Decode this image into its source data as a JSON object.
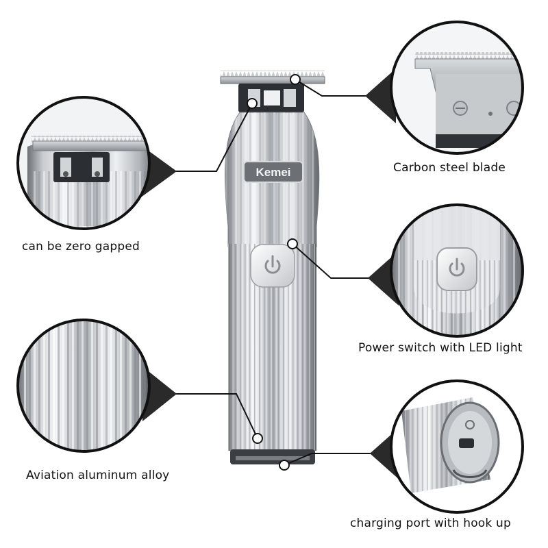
{
  "product": {
    "brand_logo": "Kemei"
  },
  "callouts": [
    {
      "id": "zero-gap",
      "caption": "can be zero gapped"
    },
    {
      "id": "blade",
      "caption": "Carbon steel blade"
    },
    {
      "id": "power",
      "caption": "Power switch with LED light"
    },
    {
      "id": "alloy",
      "caption": "Aviation aluminum alloy"
    },
    {
      "id": "port",
      "caption": "charging port with hook up"
    }
  ],
  "colors": {
    "metal_light": "#eef0f2",
    "metal_mid": "#b9bdc2",
    "metal_dark": "#5a5e63",
    "leader_line": "#111111",
    "background": "#ffffff"
  },
  "icons": {
    "power_button": "power-icon"
  }
}
